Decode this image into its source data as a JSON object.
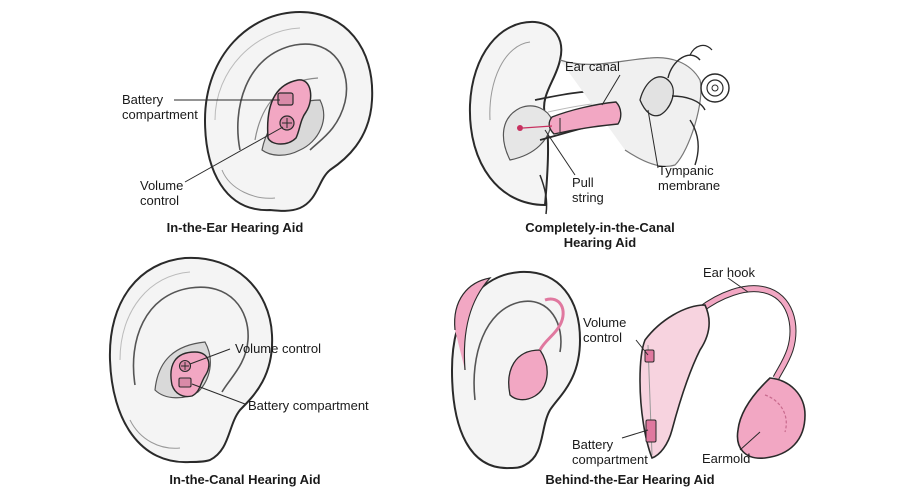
{
  "colors": {
    "device_pink": "#f2a7c3",
    "device_pink_dark": "#e0789f",
    "bte_body": "#f7d3df",
    "outline": "#2a2a2a",
    "skin_shade": "#cfcfcf"
  },
  "panels": {
    "ite": {
      "caption": "In-the-Ear Hearing Aid",
      "labels": {
        "battery": "Battery\ncompartment",
        "volume": "Volume\ncontrol"
      }
    },
    "cic": {
      "caption": "Completely-in-the-Canal\nHearing Aid",
      "labels": {
        "ear_canal": "Ear canal",
        "pull_string": "Pull\nstring",
        "tympanic": "Tympanic\nmembrane"
      }
    },
    "itc": {
      "caption": "In-the-Canal Hearing Aid",
      "labels": {
        "volume": "Volume control",
        "battery": "Battery compartment"
      }
    },
    "bte": {
      "caption": "Behind-the-Ear Hearing Aid",
      "labels": {
        "ear_hook": "Ear hook",
        "volume": "Volume\ncontrol",
        "battery": "Battery\ncompartment",
        "earmold": "Earmold"
      }
    }
  }
}
